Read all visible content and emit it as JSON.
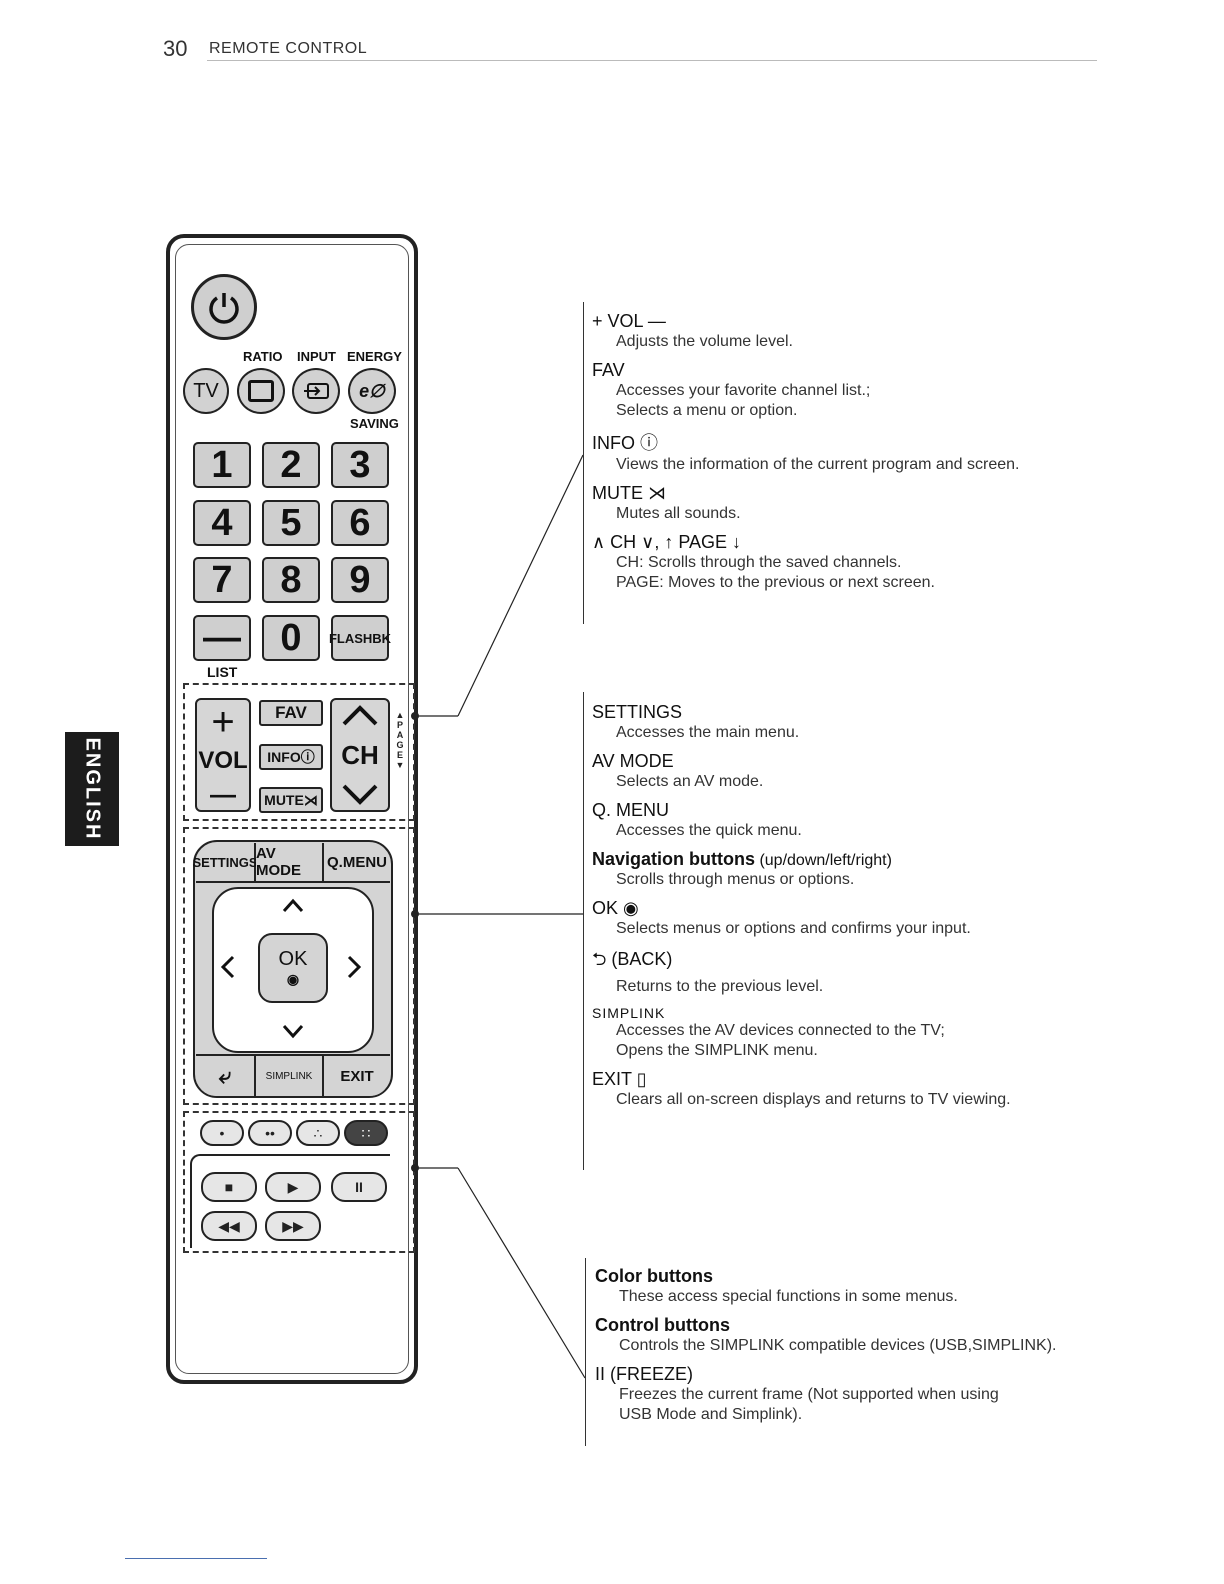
{
  "header": {
    "page_number": "30",
    "title": "REMOTE CONTROL"
  },
  "side_tab": {
    "label": "ENGLISH"
  },
  "remote": {
    "labels": {
      "ratio": "RATIO",
      "input": "INPUT",
      "energy": "ENERGY",
      "saving": "SAVING",
      "list": "LIST"
    },
    "buttons": {
      "tv": "TV",
      "flashbk": "FLASHBK",
      "dash": "—",
      "vol_plus": "+",
      "vol": "VOL",
      "vol_minus": "—",
      "fav": "FAV",
      "info": "INFOⓘ",
      "mute": "MUTE⋊",
      "ch": "CH",
      "page": "PAGE",
      "settings": "SETTINGS",
      "av_mode": "AV MODE",
      "q_menu": "Q.MENU",
      "ok": "OK",
      "simplink": "SIMPLINK",
      "exit": "EXIT"
    },
    "numbers": [
      "1",
      "2",
      "3",
      "4",
      "5",
      "6",
      "7",
      "8",
      "9",
      "0"
    ]
  },
  "groups": [
    {
      "items": [
        {
          "title": "+ VOL —",
          "lines": [
            "Adjusts the volume level."
          ]
        },
        {
          "title": "FAV",
          "lines": [
            "Accesses your favorite channel list.;",
            "Selects a menu or option."
          ]
        },
        {
          "title": "INFO ⓘ",
          "lines": [
            "Views the information of the current program and screen."
          ]
        },
        {
          "title": "MUTE ⋊",
          "lines": [
            "Mutes all sounds."
          ]
        },
        {
          "title": "∧ CH ∨, ↑ PAGE ↓",
          "lines": [
            "CH: Scrolls through the saved channels.",
            "PAGE: Moves to the previous or next screen."
          ]
        }
      ]
    },
    {
      "items": [
        {
          "title": "SETTINGS",
          "lines": [
            "Accesses the main menu."
          ]
        },
        {
          "title": "AV MODE",
          "lines": [
            "Selects an AV mode."
          ]
        },
        {
          "title": "Q. MENU",
          "lines": [
            "Accesses the quick menu."
          ]
        },
        {
          "title": "Navigation buttons",
          "title_extra": " (up/down/left/right)",
          "lines": [
            "Scrolls through menus or options."
          ]
        },
        {
          "title": "OK ◉",
          "lines": [
            "Selects menus or options and confirms your input."
          ]
        },
        {
          "title": "⮌ (BACK)",
          "lines": [
            "Returns to the previous level."
          ]
        },
        {
          "title": "SIMPLINK",
          "lines": [
            "Accesses the AV devices connected to the TV;",
            "Opens the SIMPLINK menu."
          ]
        },
        {
          "title": "EXIT ▯",
          "lines": [
            "Clears all on-screen displays and returns to TV viewing."
          ]
        }
      ]
    },
    {
      "items": [
        {
          "title": "Color buttons",
          "lines": [
            "These access special functions in some menus."
          ]
        },
        {
          "title": "Control buttons",
          "lines": [
            "Controls the SIMPLINK compatible devices (USB,SIMPLINK)."
          ]
        },
        {
          "title": "II (FREEZE)",
          "lines": [
            "Freezes the current frame (Not supported when using",
            "USB Mode and Simplink)."
          ]
        }
      ]
    }
  ]
}
